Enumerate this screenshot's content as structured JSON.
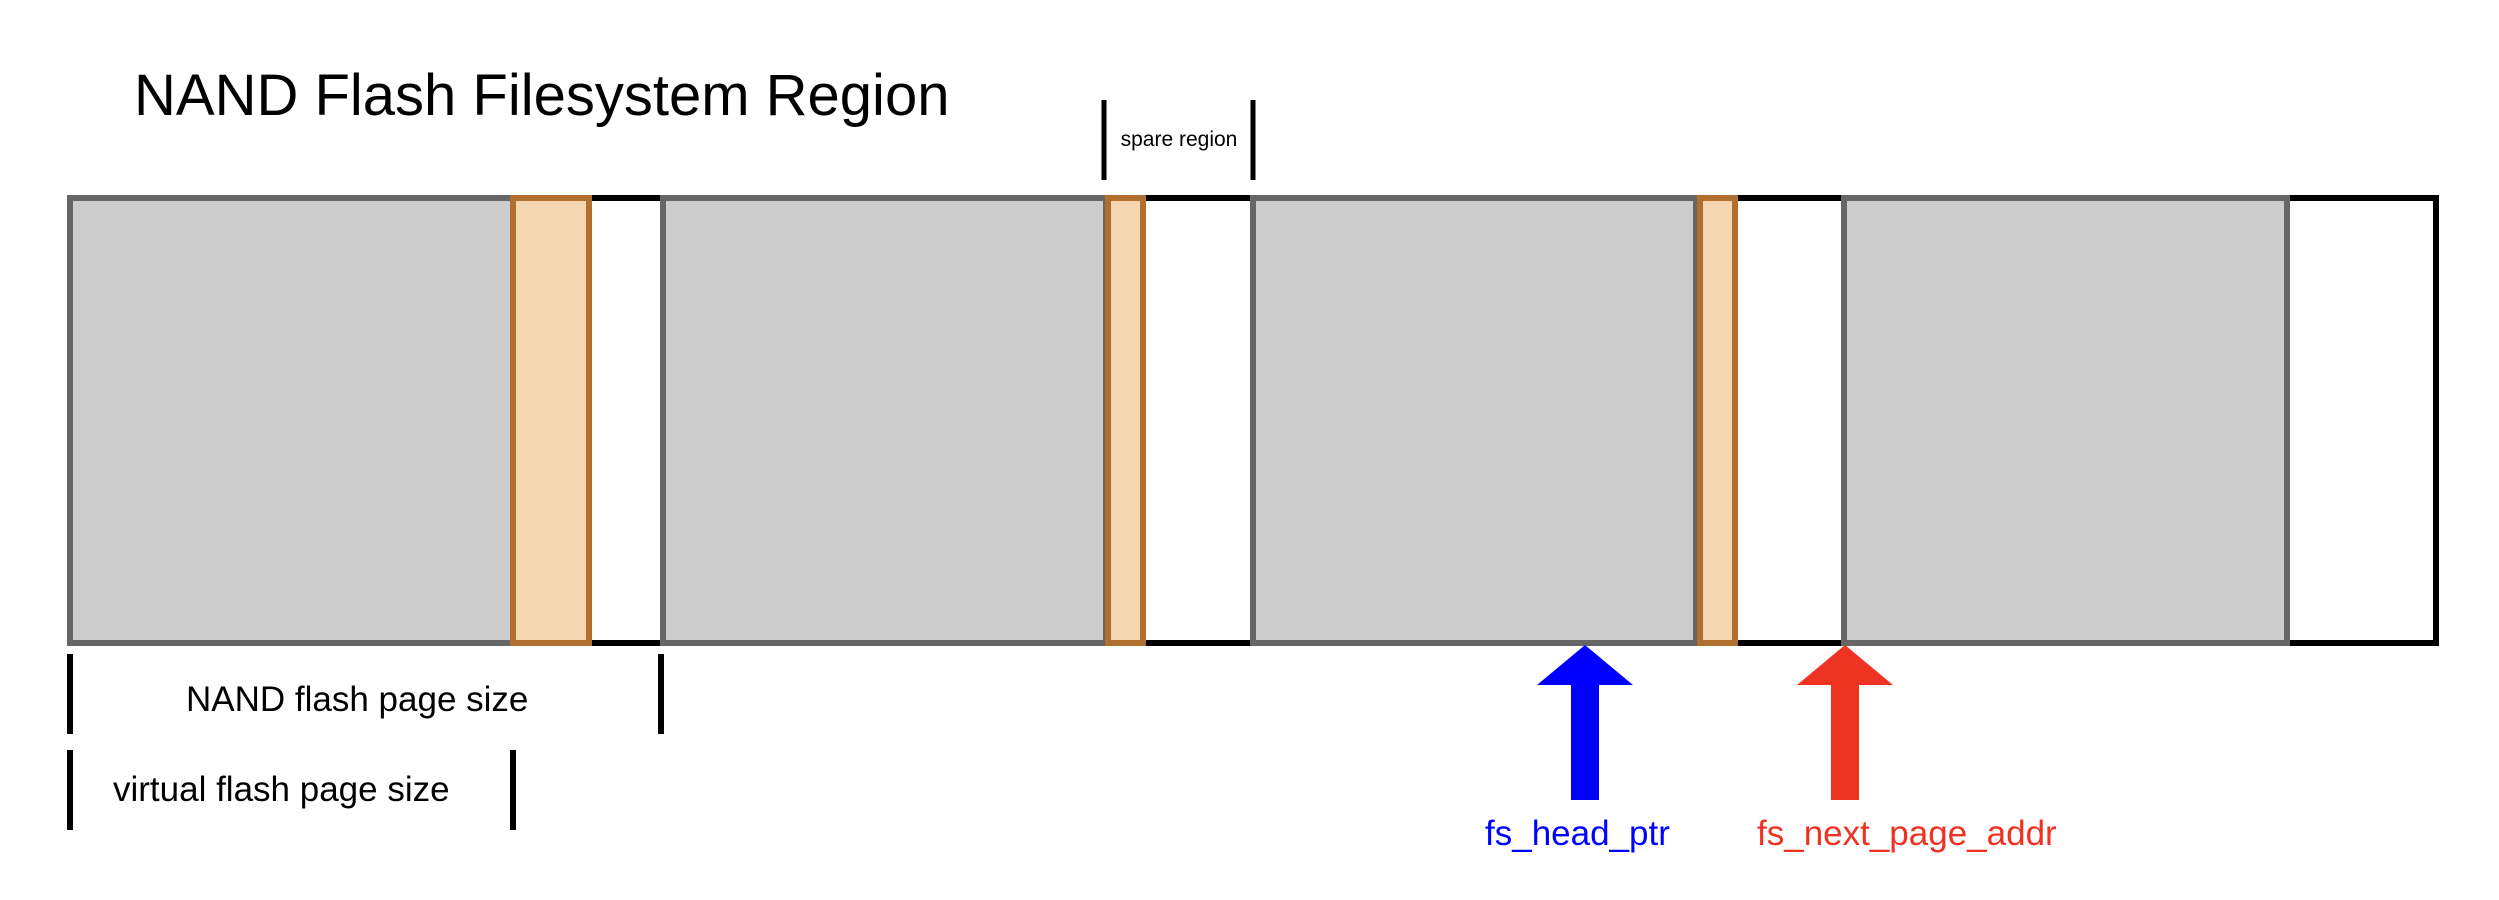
{
  "title": "NAND Flash Filesystem Region",
  "spare_region_label": "spare region",
  "nand_page_size_label": "NAND flash page size",
  "virtual_page_size_label": "virtual flash page size",
  "pointers": {
    "head": {
      "label": "fs_head_ptr",
      "color": "#0000ff"
    },
    "next": {
      "label": "fs_next_page_addr",
      "color": "#ee3322"
    }
  },
  "colors": {
    "page_fill": "#cccccc",
    "page_border": "#666666",
    "spare_fill": "#f4d7b0",
    "spare_border": "#b06f2e",
    "region_border": "#000000"
  }
}
